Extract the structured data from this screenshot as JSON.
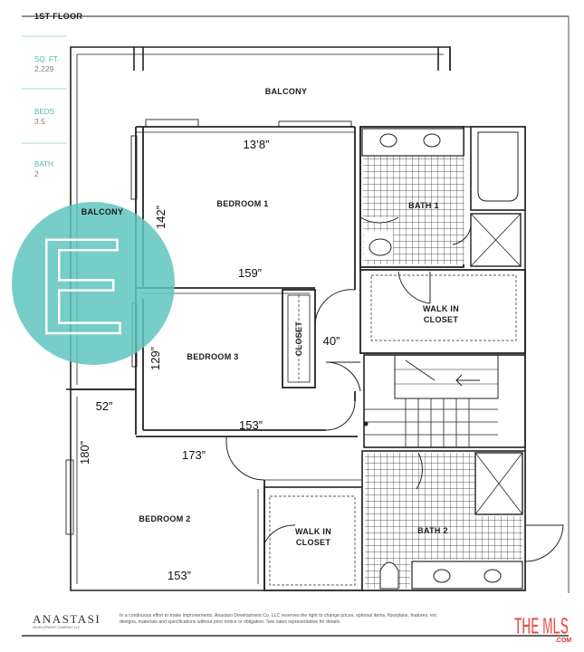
{
  "page": {
    "header": "1ST FLOOR"
  },
  "sidebar": {
    "items": [
      {
        "heading": "SQ. FT.",
        "value": "2,229"
      },
      {
        "heading": "BEDS",
        "value": "3.5"
      },
      {
        "heading": "BATH",
        "value": "2"
      }
    ]
  },
  "badge": {
    "letter": "E",
    "color": "#5fc4bd"
  },
  "rooms": {
    "balcony_top": "BALCONY",
    "balcony_left": "BALCONY",
    "bedroom1": "BEDROOM 1",
    "bath1": "BATH 1",
    "walk_in_closet_1": [
      "WALK IN",
      "CLOSET"
    ],
    "bedroom3": "BEDROOM 3",
    "closet": "CLOSET",
    "bedroom2": "BEDROOM 2",
    "walk_in_closet_2": [
      "WALK IN",
      "CLOSET"
    ],
    "bath2": "BATH 2"
  },
  "dimensions": {
    "bed1_width": "13’8”",
    "bed1_height": "142”",
    "bed1_bottom": "159”",
    "closet_gap": "40”",
    "bed3_height": "129”",
    "bed3_bottom": "153”",
    "hall_left": "52”",
    "hall_width": "173”",
    "bed2_height": "180”",
    "bed2_bottom": "153”"
  },
  "footer": {
    "logo": "ANASTASI",
    "logo_sub": "DEVELOPMENT COMPANY LLC",
    "disclaimer": [
      "In a continuous effort to make improvements, Anastasi Development Co, LLC reserves the right to change prices, optional items, floorplans, features, ext",
      "designs, materials and specifications without prior notice or obligation. See sales representative for details."
    ]
  },
  "watermark": {
    "brand": "THE MLS",
    "domain": ".COM",
    "color": "#e0312c"
  }
}
